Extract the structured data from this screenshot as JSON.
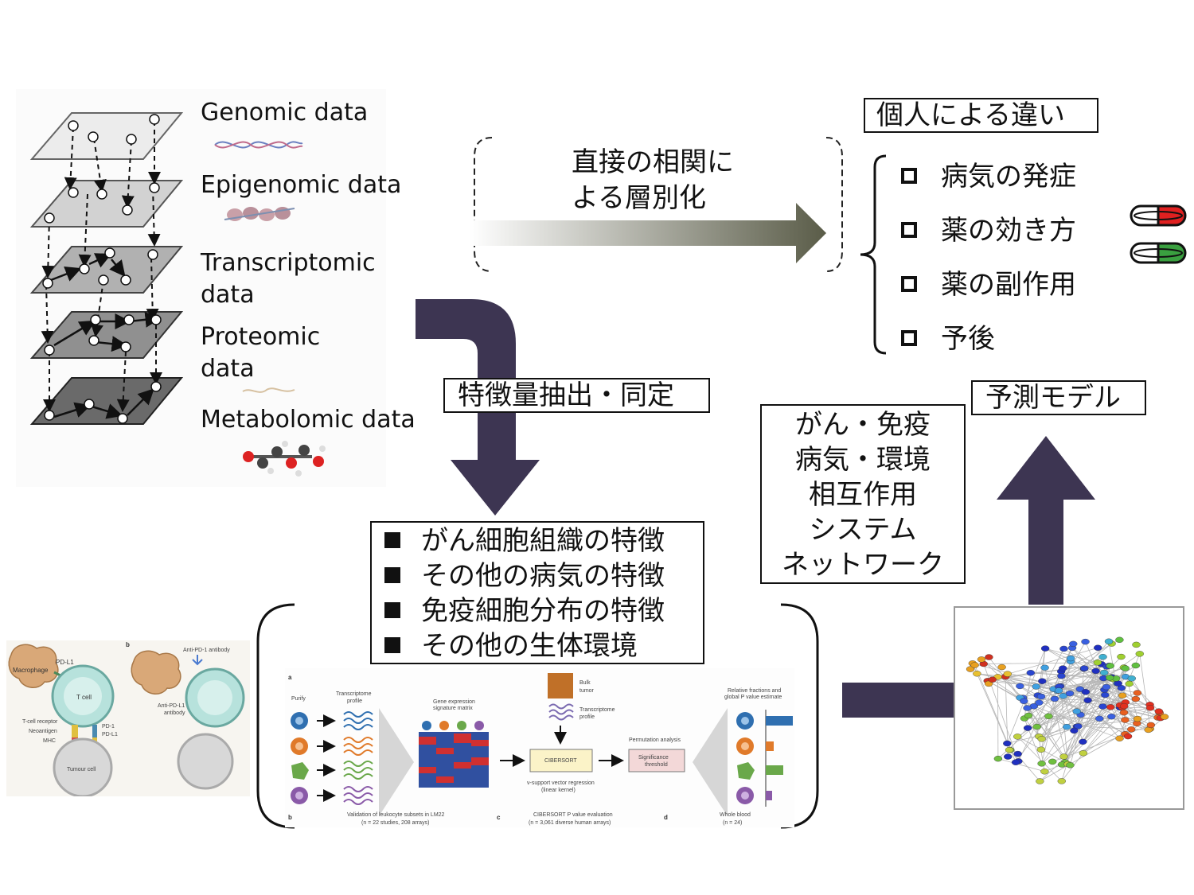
{
  "omics": {
    "genomic": "Genomic data",
    "epigenomic": "Epigenomic data",
    "transcriptomic_1": "Transcriptomic",
    "transcriptomic_2": "data",
    "proteomic_1": "Proteomic",
    "proteomic_2": "data",
    "metabolomic": "Metabolomic data"
  },
  "stratify": {
    "line1": "直接の相関に",
    "line2": "よる層別化"
  },
  "individual": {
    "title": "個人による違い",
    "items": [
      "病気の発症",
      "薬の効き方",
      "薬の副作用",
      "予後"
    ]
  },
  "extraction_label": "特徴量抽出・同定",
  "features": {
    "items": [
      "がん細胞組織の特徴",
      "その他の病気の特徴",
      "免疫細胞分布の特徴",
      "その他の生体環境"
    ]
  },
  "interaction": {
    "lines": [
      "がん・免疫",
      "病気・環境",
      "相互作用",
      "システム",
      "ネットワーク"
    ]
  },
  "prediction_label": "予測モデル",
  "pd1_figure": {
    "panel_b": "b",
    "macrophage": "Macrophage",
    "pdl1_a": "PD-L1",
    "tcell": "T cell",
    "tcr": "T-cell receptor",
    "neoantigen": "Neoantigen",
    "mhc": "MHC",
    "pd1": "PD-1",
    "pdl1_b": "PD-L1",
    "tumour": "Tumour cell",
    "anti_pd1": "Anti-PD-1 antibody",
    "anti_pdl1_1": "Anti-PD-L1",
    "anti_pdl1_2": "antibody"
  },
  "cibersort_figure": {
    "panel_a": "a",
    "purify": "Purify",
    "transcriptome_profile_1": "Transcriptome",
    "transcriptome_profile_2": "profile",
    "gene_expr_1": "Gene expression",
    "gene_expr_2": "signature matrix",
    "bulk_1": "Bulk",
    "bulk_2": "tumor",
    "tp2_1": "Transcriptome",
    "tp2_2": "profile",
    "cibersort": "CIBERSORT",
    "svr_1": "ν-support vector regression",
    "svr_2": "(linear kernel)",
    "perm": "Permutation analysis",
    "sig_1": "Significance",
    "sig_2": "threshold",
    "rel_1": "Relative fractions and",
    "rel_2": "global P value estimate",
    "panel_b": "b",
    "validation_1": "Validation of leukocyte subsets in LM22",
    "validation_2": "(n = 22 studies, 208 arrays)",
    "panel_c": "c",
    "pval_1": "CIBERSORT P value evaluation",
    "pval_2": "(n = 3,061 diverse human arrays)",
    "panel_d": "d",
    "whole_blood_1": "Whole blood",
    "whole_blood_2": "(n = 24)"
  },
  "colors": {
    "big_arrow": "#3d3552",
    "gradient_arrow_end": "#5a5c48",
    "pill_red": "#e02020",
    "pill_green": "#3aa040"
  }
}
